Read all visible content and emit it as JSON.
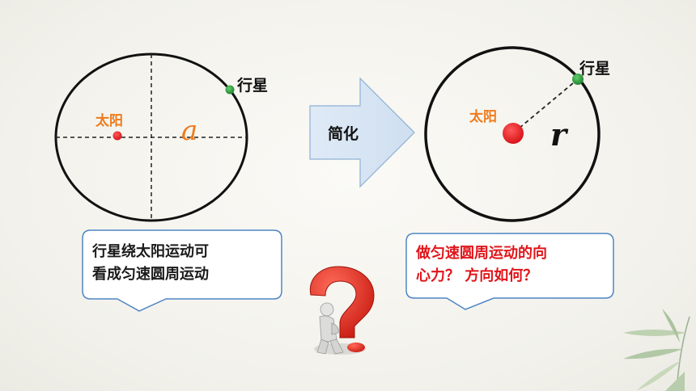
{
  "ellipse_diagram": {
    "planet_label": "行星",
    "sun_label": "太阳",
    "semi_major_symbol": "a"
  },
  "simplify_arrow": {
    "label": "简化"
  },
  "circle_diagram": {
    "planet_label": "行星",
    "sun_label": "太阳",
    "radius_symbol": "r"
  },
  "left_bubble": {
    "lines": [
      "行星绕太阳运动可",
      "看成匀速圆周运动"
    ]
  },
  "right_bubble": {
    "lines": [
      "做匀速圆周运动的向",
      "心力？  方向如何？"
    ]
  },
  "colors": {
    "sun": "#e8151b",
    "planet": "#2e9a3c",
    "label_orange": "#f07a1a",
    "question_text": "#e0151a",
    "bubble_border": "#4e86c4",
    "arrow_fill": "#d9e6f4"
  }
}
